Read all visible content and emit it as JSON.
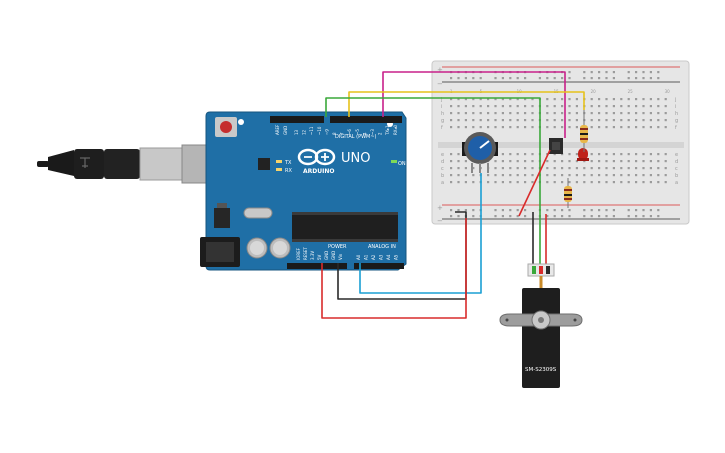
{
  "board": {
    "brand": "ARDUINO",
    "model": "UNO",
    "tx_label": "TX",
    "rx_label": "RX",
    "on_label": "ON",
    "digital_label": "DIGITAL (PWM~)",
    "power_label": "POWER",
    "analog_label": "ANALOG IN",
    "aref_label": "AREF",
    "gnd_label": "GND",
    "digital_pins": [
      "13",
      "12",
      "~11",
      "~10",
      "~9",
      "8",
      "7",
      "~6",
      "~5",
      "4",
      "~3",
      "2",
      "TX▸1",
      "RX◂0"
    ],
    "power_pins": [
      "IOREF",
      "RESET",
      "3.3V",
      "5V",
      "GND",
      "GND",
      "Vin"
    ],
    "analog_pins": [
      "A0",
      "A1",
      "A2",
      "A3",
      "A4",
      "A5"
    ]
  },
  "breadboard": {
    "row_letters_top": [
      "j",
      "i",
      "h",
      "g",
      "f"
    ],
    "row_letters_bottom": [
      "e",
      "d",
      "c",
      "b",
      "a"
    ],
    "rail_plus": "+",
    "rail_minus": "−",
    "column_numbers": [
      "1",
      "5",
      "10",
      "15",
      "20",
      "25",
      "30"
    ]
  },
  "servo": {
    "label": "SM-S2309S"
  },
  "colors": {
    "board": "#1f6fa6",
    "wire_red": "#d92b2b",
    "wire_black": "#2a2a2a",
    "wire_blue": "#1a9fd4",
    "wire_green": "#3aa83a",
    "wire_yellow": "#e6c21b",
    "wire_magenta": "#c8208a",
    "led": "#c0211a",
    "pot": "#1f5fa8"
  }
}
